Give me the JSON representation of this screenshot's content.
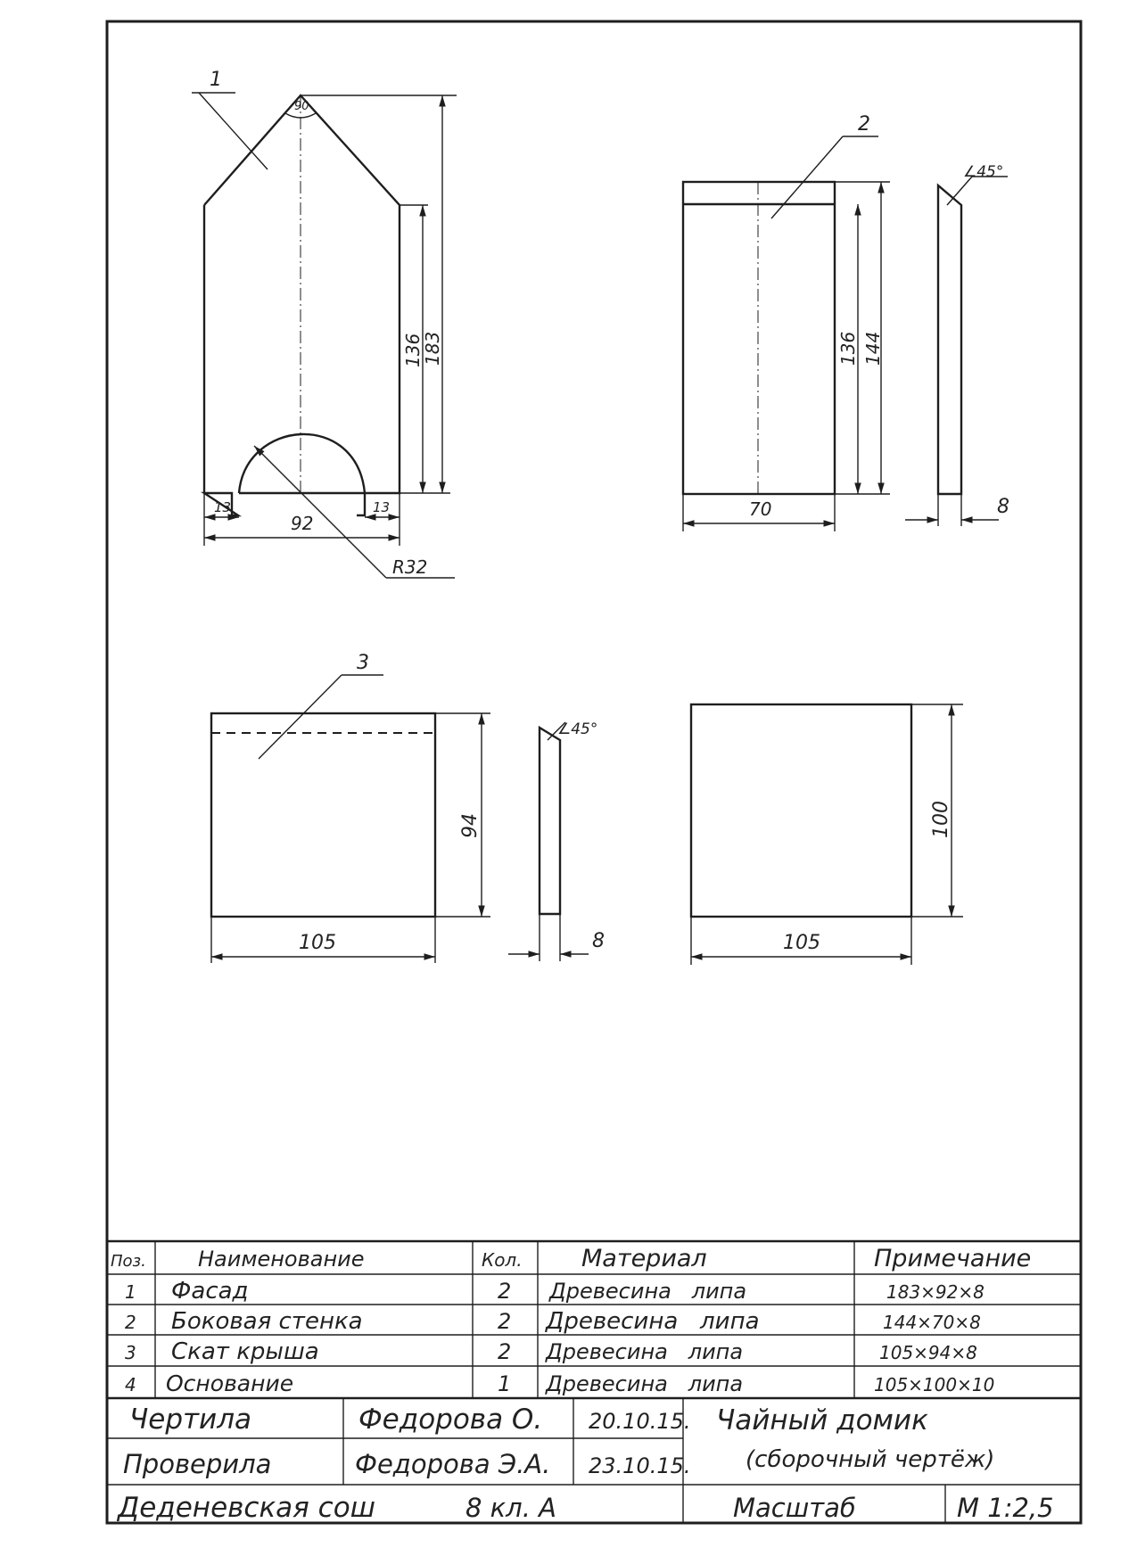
{
  "drawing": {
    "part1": {
      "pos": "1",
      "apex_angle": "90",
      "dim_height_total": "183",
      "dim_height_wall": "136",
      "dim_width": "92",
      "dim_side_left": "13",
      "dim_side_right": "13",
      "dim_radius": "R32"
    },
    "part2": {
      "pos": "2",
      "dim_height_inner": "136",
      "dim_height_total": "144",
      "dim_width": "70",
      "dim_thickness": "8",
      "bevel_angle": "∠45°"
    },
    "part3": {
      "pos": "3",
      "dim_height": "94",
      "dim_width": "105",
      "dim_thickness": "8",
      "bevel_angle": "∠45°"
    },
    "part4": {
      "dim_height": "100",
      "dim_width": "105"
    }
  },
  "spec_table": {
    "headers": [
      "Поз.",
      "Наименование",
      "Кол.",
      "Материал",
      "Примечание"
    ],
    "rows": [
      [
        "1",
        "Фасад",
        "2",
        "Древесина   липа",
        "183×92×8"
      ],
      [
        "2",
        "Боковая стенка",
        "2",
        "Древесина   липа",
        "144×70×8"
      ],
      [
        "3",
        "Скат крыша",
        "2",
        "Древесина   липа",
        "105×94×8"
      ],
      [
        "4",
        "Основание",
        "1",
        "Древесина   липа",
        "105×100×10"
      ]
    ]
  },
  "title_block": {
    "drew_label": "Чертила",
    "drew_name": "Федорова О.",
    "drew_date": "20.10.15.",
    "checked_label": "Проверила",
    "checked_name": "Федорова Э.А.",
    "checked_date": "23.10.15.",
    "title_line1": "Чайный домик",
    "title_line2": "(сборочный чертёж)",
    "school": "Деденевская сош",
    "class": "8 кл. А",
    "scale_label": "Масштаб",
    "scale_value": "М 1:2,5"
  }
}
